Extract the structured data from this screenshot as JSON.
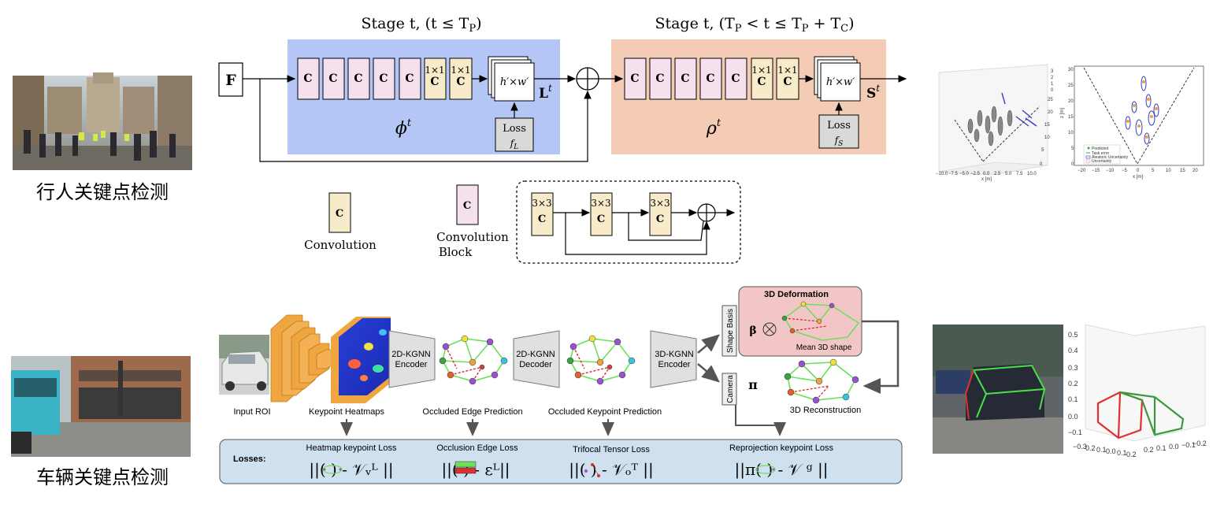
{
  "left_labels": {
    "pedestrian": "行人关键点检测",
    "vehicle": "车辆关键点检测"
  },
  "top": {
    "stage1_title": "Stage t, (t ≤ T",
    "stage1_sub": "P",
    "stage2_title": "Stage t, (T",
    "stage2_mid": " < t ≤ T",
    "stage2_mid2": " + T",
    "stage2_sub1": "P",
    "stage2_sub2": "P",
    "stage2_sub3": "C",
    "input_F": "F",
    "conv": "C",
    "one_by_one": "1×1",
    "heatmap": "h′×w′",
    "L_out": "L",
    "S_out": "S",
    "sup_t": "t",
    "loss": "Loss",
    "loss_L": "f",
    "loss_L_sub": "L",
    "loss_S": "f",
    "loss_S_sub": "S",
    "phi": "ϕ",
    "rho": "ρ",
    "legend_conv": "Convolution",
    "legend_block_1": "Convolution",
    "legend_block_2": "Block",
    "three_by_three": "3×3"
  },
  "bottom": {
    "input_roi": "Input ROI",
    "keypoint_heatmaps": "Keypoint Heatmaps",
    "enc2d_1": "2D-KGNN",
    "enc2d_2": "Encoder",
    "dec2d_1": "2D-KGNN",
    "dec2d_2": "Decoder",
    "enc3d_1": "3D-KGNN",
    "enc3d_2": "Encoder",
    "occluded_edge": "Occluded Edge Prediction",
    "occluded_kp": "Occluded Keypoint Prediction",
    "shape_basis": "Shape Basis",
    "camera": "Camera",
    "deformation_title": "3D Deformation",
    "beta": "β",
    "pi": "π",
    "mean_shape": "Mean 3D shape",
    "reconstruction": "3D Reconstruction",
    "losses_label": "Losses:",
    "loss_heatmap": "Heatmap keypoint Loss",
    "loss_occlusion": "Occlusion Edge Loss",
    "loss_trifocal": "Trifocal Tensor  Loss",
    "loss_reproj": "Reprojection keypoint Loss",
    "eq1": "||( ) - 𝒱ᵥᴸ ||",
    "eq2": "||( ) - εᴸ||",
    "eq3": "||( ) - 𝒱ₒᵀ ||",
    "eq4": "||π( ) - 𝒱 ᵍ ||"
  },
  "right_top": {
    "legend": [
      "Predicted",
      "Task error",
      "Aleatoric Uncertainty",
      "Uncertainty"
    ],
    "x_label_left": "x [m]",
    "x_label_right": "x [m]",
    "z_label": "z [m]",
    "y_ticks_3d": [
      "3",
      "2",
      "1",
      "0"
    ],
    "z_ticks": [
      "0",
      "5",
      "10",
      "15",
      "20",
      "25",
      "30"
    ],
    "x_ticks_left": [
      "−10.0",
      "−7.5",
      "−5.0",
      "−2.5",
      "0.0",
      "2.5",
      "5.0",
      "7.5",
      "10.0"
    ],
    "x_ticks_right": [
      "−20",
      "−15",
      "−10",
      "−5",
      "0",
      "5",
      "10",
      "15",
      "20"
    ],
    "z_ticks_right": [
      "0",
      "5",
      "10",
      "15",
      "20",
      "25",
      "30"
    ],
    "z_ticks_3d": [
      "0",
      "5",
      "10",
      "15",
      "20",
      "25"
    ]
  },
  "right_bottom": {
    "y_ticks": [
      "0.5",
      "0.4",
      "0.3",
      "0.2",
      "0.1",
      "0.0",
      "−0.1"
    ],
    "x_ticks": [
      "−0.3",
      "0.2",
      "0.1",
      "0.0",
      "0.1",
      "0.2"
    ],
    "x_ticks_right": [
      "0.2",
      "0.1",
      "0.0",
      "−0.1",
      "−0.2"
    ]
  },
  "colors": {
    "stage1_bg": "#b3c6f5",
    "stage2_bg": "#f4cbb4",
    "conv_block": "#f5e0ee",
    "conv_1x1": "#f7ebca",
    "loss_box": "#d9d9d9",
    "losses_panel": "#cfe0ef",
    "deformation_bg": "#f2c6c6",
    "orange_cnn": "#f0a640",
    "graph_green": "#6be05a",
    "graph_red": "#d93030"
  }
}
